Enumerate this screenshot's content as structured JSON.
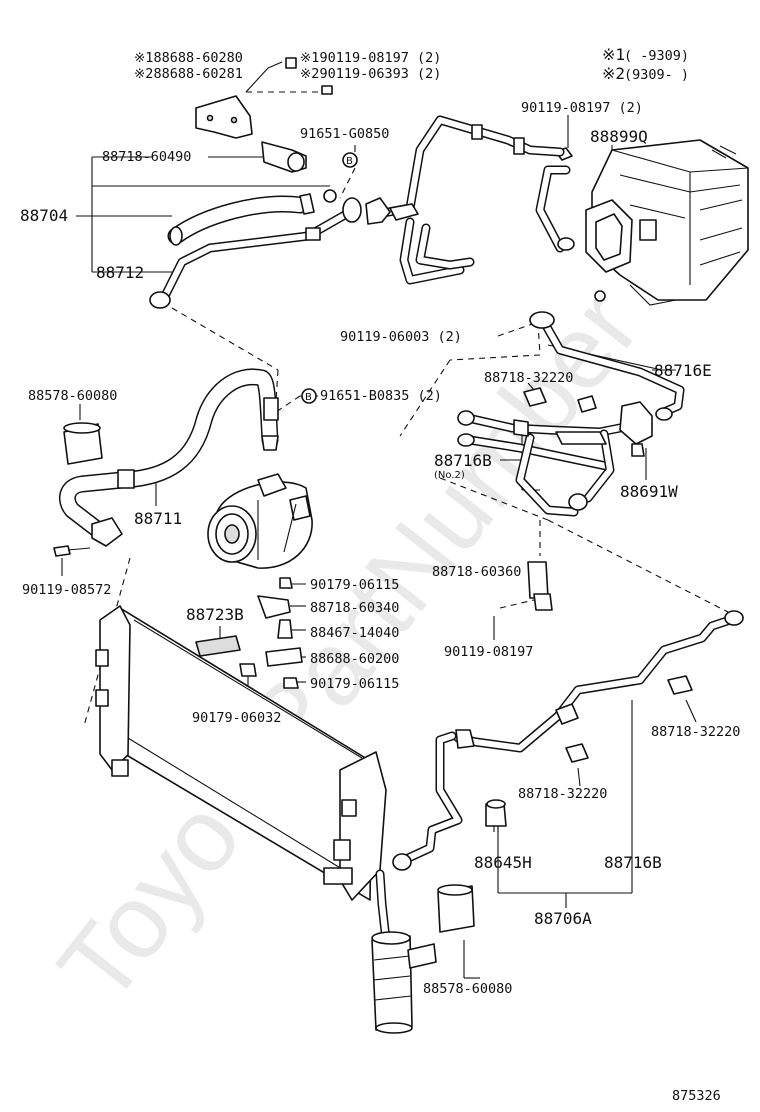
{
  "watermark": "ToyotaPartNumber",
  "legend": {
    "row1_mark": "※1",
    "row1_range": "(    -9309)",
    "row2_mark": "※2",
    "row2_range": "(9309-    )"
  },
  "labels": {
    "p188688_60280": "※188688-60280",
    "p288688_60281": "※288688-60281",
    "p190119_08197_2": "※190119-08197 (2)",
    "p290119_06393_2": "※290119-06393 (2)",
    "p90119_08197_2": "90119-08197 (2)",
    "p88899Q": "88899Q",
    "p91651_G0850": "91651-G0850",
    "p88718_60490": "88718-60490",
    "p88704": "88704",
    "p88712": "88712",
    "p90119_06003_2": "90119-06003 (2)",
    "p88716E": "88716E",
    "p88718_32220_a": "88718-32220",
    "p88578_60080_a": "88578-60080",
    "p91651_B0835_2": "91651-B0835 (2)",
    "p88716B_a": "88716B",
    "p88716B_a_note": "(No.2)",
    "p88691W": "88691W",
    "p88711": "88711",
    "p90119_08572": "90119-08572",
    "p90179_06115_a": "90179-06115",
    "p88718_60340": "88718-60340",
    "p88723B": "88723B",
    "p88467_14040": "88467-14040",
    "p88688_60200": "88688-60200",
    "p90179_06115_b": "90179-06115",
    "p90179_06032": "90179-06032",
    "p88718_60360": "88718-60360",
    "p90119_08197": "90119-08197",
    "p88718_32220_b": "88718-32220",
    "p88718_32220_c": "88718-32220",
    "p88645H": "88645H",
    "p88716B_b": "88716B",
    "p88706A": "88706A",
    "p88578_60080_b": "88578-60080",
    "diagram_number": "875326",
    "b_mark_1": "B",
    "b_mark_2": "B"
  }
}
